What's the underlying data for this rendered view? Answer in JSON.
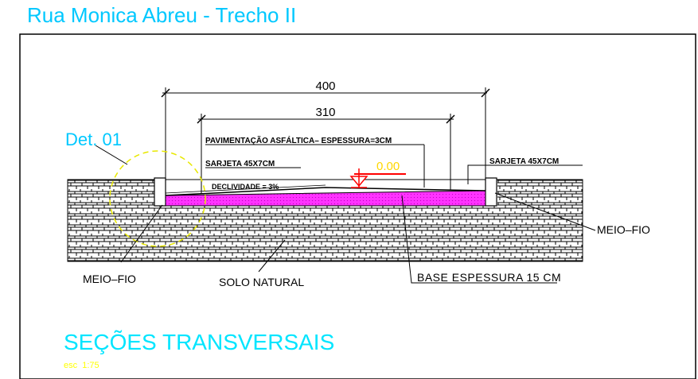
{
  "title": "Rua Monica Abreu - Trecho II",
  "detail_label": "Det. 01",
  "dimensions": {
    "outer": "400",
    "inner": "310"
  },
  "labels": {
    "pavement": "PAVIMENTAÇÃO ASFÁLTICA– ESPESSURA=3CM",
    "gutter_left": "SARJETA 45X7CM",
    "gutter_right": "SARJETA 45X7CM",
    "slope": "DECLIVIDADE = 3%",
    "level": "0.00",
    "curb_left": "MEIO–FIO",
    "curb_right": "MEIO–FIO",
    "soil": "SOLO NATURAL",
    "base": "BASE ESPESSURA 15 CM"
  },
  "section_title": "SEÇÕES TRANSVERSAIS",
  "scale": "esc  1:75",
  "colors": {
    "title": "#00c8ff",
    "section_title": "#00e5ff",
    "scale": "#ffff00",
    "detail_circle": "#e8e800",
    "base_layer": "#ff33ff",
    "level_marker": "#ff0000",
    "level_text": "#ffd700"
  }
}
